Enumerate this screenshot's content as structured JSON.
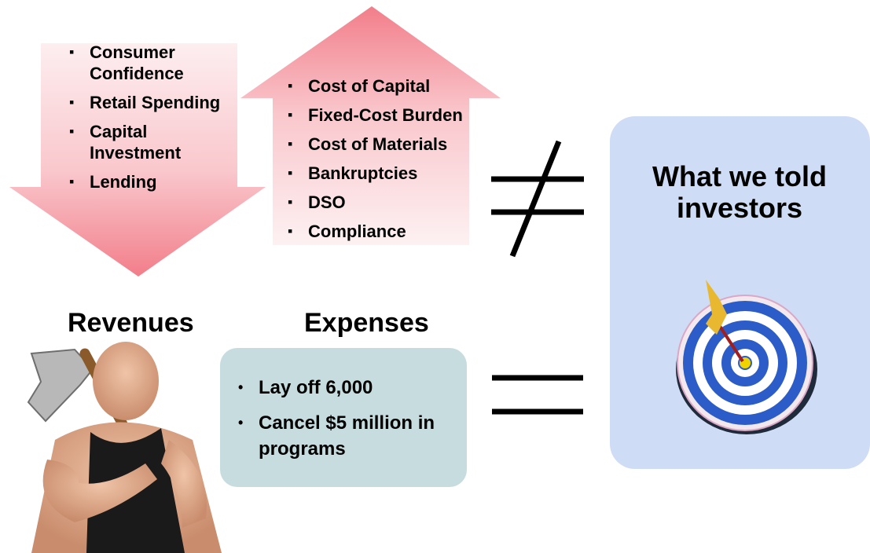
{
  "revenues": {
    "items": [
      "Consumer Confidence",
      "Retail Spending",
      "Capital Investment",
      "Lending"
    ],
    "label": "Revenues"
  },
  "expenses": {
    "items": [
      "Cost of Capital",
      "Fixed-Cost Burden",
      "Cost of Materials",
      "Bankruptcies",
      "DSO",
      "Compliance"
    ],
    "label": "Expenses"
  },
  "actions": {
    "items": [
      "Lay off 6,000",
      "Cancel $5 million in programs"
    ]
  },
  "told": {
    "title_line1": "What we told",
    "title_line2": "investors"
  },
  "symbols": {
    "not_equal": "≠",
    "equal": "="
  },
  "icons": [
    "arrow-down-icon",
    "arrow-up-icon",
    "man-with-axe-image",
    "dartboard-target-icon"
  ],
  "colors": {
    "arrow_pink": "#f7a0a8",
    "arrow_fade": "#fde8ea",
    "actions_box": "#c6dcdf",
    "told_panel": "#cfdcf5",
    "target_blue": "#2b5cc8"
  }
}
